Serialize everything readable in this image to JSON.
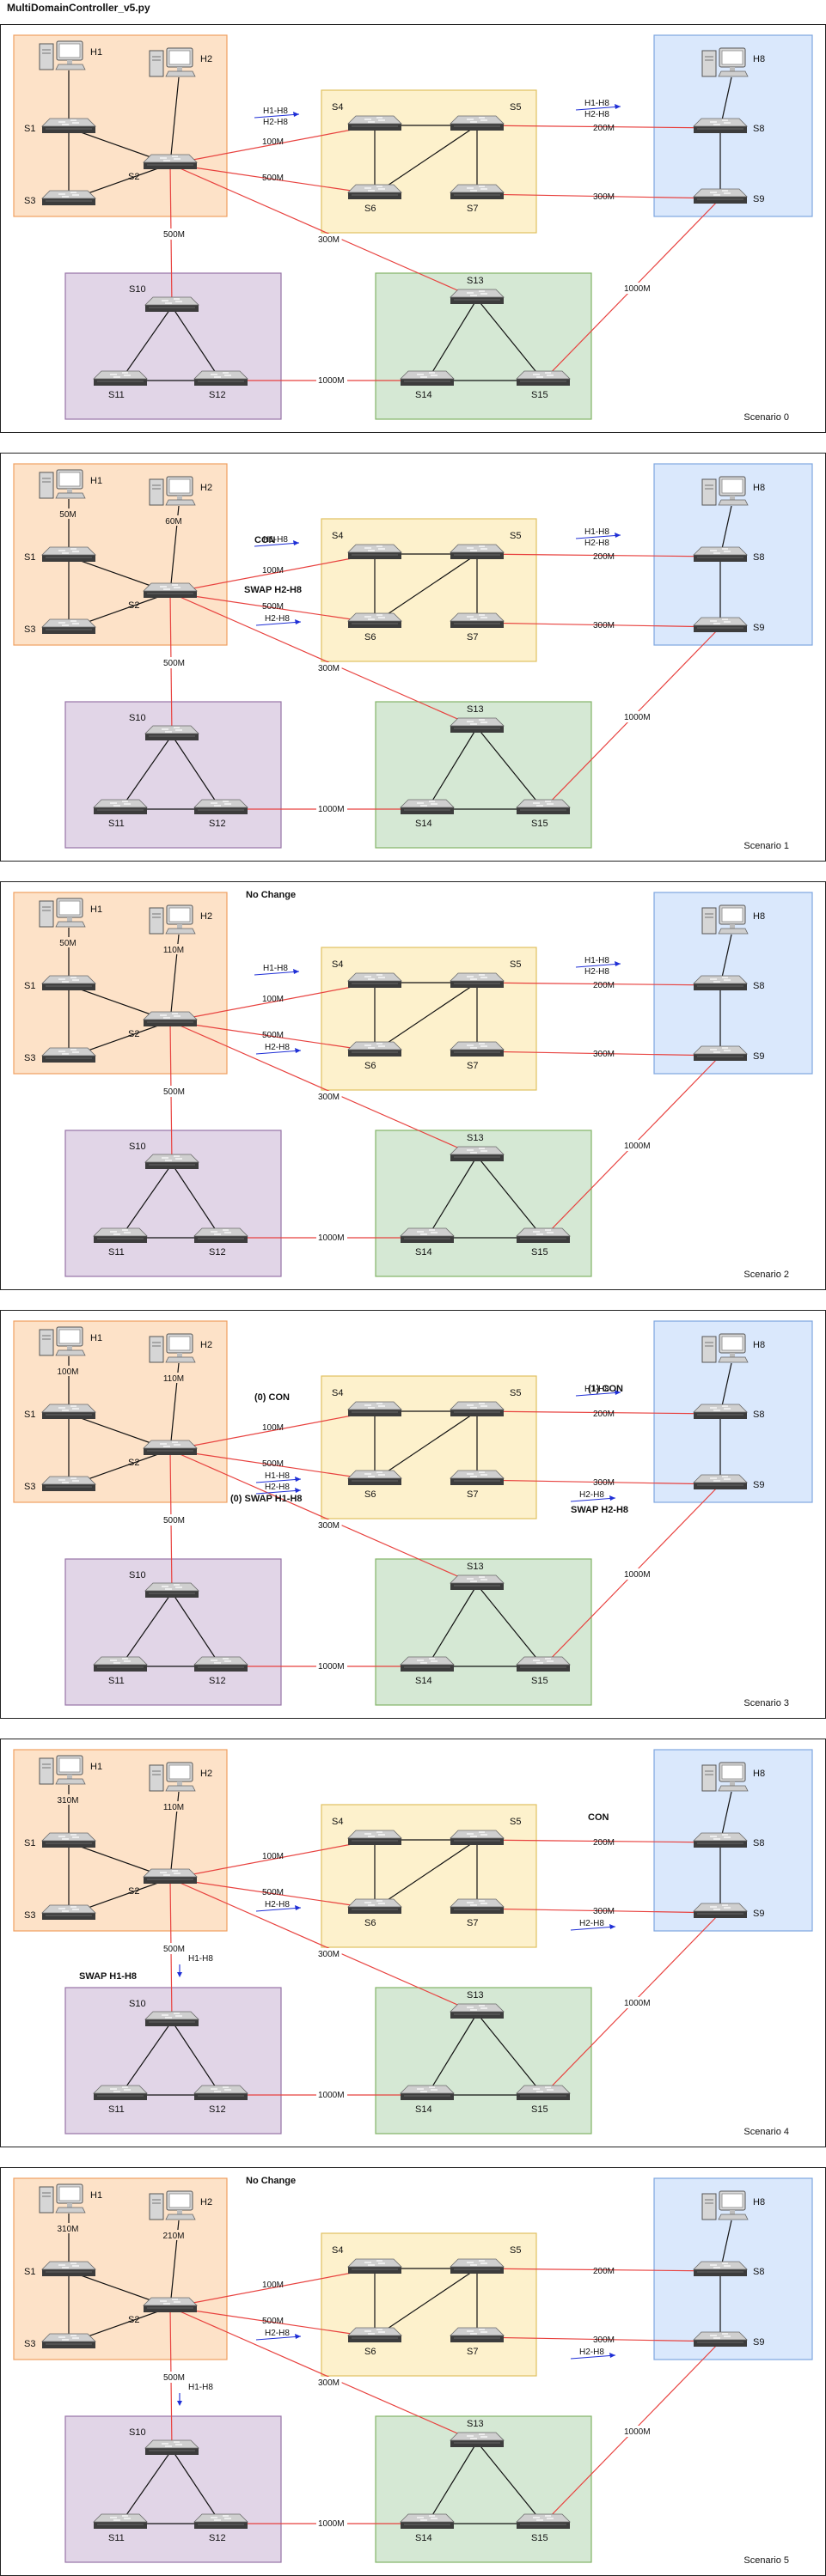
{
  "window_title": "MultiDomainController_v5.py",
  "colors": {
    "domain_h1": "#fde2c8",
    "domain_h2": "#fdf1cc",
    "domain_h3": "#dae8fc",
    "domain_l1": "#e1d5e7",
    "domain_l2": "#d5e8d4",
    "link_inter": "#e8423f",
    "link_intra": "#111111",
    "flow_arrow": "#1f2fd6"
  },
  "icons": {
    "switch": "network-switch-icon",
    "host": "desktop-computer-icon"
  },
  "switch_labels": {
    "S1": "S1",
    "S2": "S2",
    "S3": "S3",
    "S4": "S4",
    "S5": "S5",
    "S6": "S6",
    "S7": "S7",
    "S8": "S8",
    "S9": "S9",
    "S10": "S10",
    "S11": "S11",
    "S12": "S12",
    "S13": "S13",
    "S14": "S14",
    "S15": "S15"
  },
  "host_labels": {
    "H1": "H1",
    "H2": "H2",
    "H8": "H8"
  },
  "link_labels": {
    "s2_s4": "100M",
    "s2_s6": "500M",
    "s2_s10": "500M",
    "s2_s13": "300M",
    "s5_s8": "200M",
    "s7_s9": "300M",
    "s9_s15": "1000M",
    "s12_s14": "1000M"
  },
  "scenarios": [
    {
      "label": "Scenario 0",
      "top_note": "",
      "h1_bw": "",
      "h2_bw": "",
      "notes": [],
      "flows": [
        {
          "text": "H1-H8",
          "arrow": "right",
          "pos": "d1_top"
        },
        {
          "text": "H2-H8",
          "arrow": "none",
          "pos": "d1_top2"
        },
        {
          "text": "H1-H8",
          "arrow": "right",
          "pos": "d3_top"
        },
        {
          "text": "H2-H8",
          "arrow": "none",
          "pos": "d3_top2"
        }
      ]
    },
    {
      "label": "Scenario 1",
      "top_note": "",
      "h1_bw": "50M",
      "h2_bw": "60M",
      "notes": [
        {
          "text": "CON",
          "pos": "con_mid"
        },
        {
          "text": "SWAP H2-H8",
          "pos": "swap_mid"
        }
      ],
      "flows": [
        {
          "text": "H1-H8",
          "arrow": "right",
          "pos": "d1_top"
        },
        {
          "text": "H2-H8",
          "arrow": "right",
          "pos": "d1_low"
        },
        {
          "text": "H1-H8",
          "arrow": "right",
          "pos": "d3_top"
        },
        {
          "text": "H2-H8",
          "arrow": "none",
          "pos": "d3_top2"
        }
      ]
    },
    {
      "label": "Scenario 2",
      "top_note": "No Change",
      "h1_bw": "50M",
      "h2_bw": "110M",
      "notes": [],
      "flows": [
        {
          "text": "H1-H8",
          "arrow": "right",
          "pos": "d1_top"
        },
        {
          "text": "H2-H8",
          "arrow": "right",
          "pos": "d1_low"
        },
        {
          "text": "H1-H8",
          "arrow": "right",
          "pos": "d3_top"
        },
        {
          "text": "H2-H8",
          "arrow": "none",
          "pos": "d3_top2"
        }
      ]
    },
    {
      "label": "Scenario 3",
      "top_note": "",
      "h1_bw": "100M",
      "h2_bw": "110M",
      "notes": [
        {
          "text": "(0) CON",
          "pos": "con_mid"
        },
        {
          "text": "(0) SWAP H1-H8",
          "pos": "swap_low"
        },
        {
          "text": "(1) CON",
          "pos": "con_right"
        },
        {
          "text": "SWAP H2-H8",
          "pos": "swap_right"
        }
      ],
      "flows": [
        {
          "text": "H1-H8",
          "arrow": "right",
          "pos": "d1_low"
        },
        {
          "text": "H2-H8",
          "arrow": "right",
          "pos": "d1_low2"
        },
        {
          "text": "H1-H8",
          "arrow": "right",
          "pos": "d3_top"
        },
        {
          "text": "H2-H8",
          "arrow": "right",
          "pos": "d3_low"
        }
      ]
    },
    {
      "label": "Scenario 4",
      "top_note": "",
      "h1_bw": "310M",
      "h2_bw": "110M",
      "notes": [
        {
          "text": "CON",
          "pos": "con_right"
        },
        {
          "text": "SWAP H1-H8",
          "pos": "swap_l1"
        }
      ],
      "flows": [
        {
          "text": "H2-H8",
          "arrow": "right",
          "pos": "d1_low"
        },
        {
          "text": "H2-H8",
          "arrow": "right",
          "pos": "d3_low"
        },
        {
          "text": "H1-H8",
          "arrow": "down",
          "pos": "d1_down"
        }
      ]
    },
    {
      "label": "Scenario 5",
      "top_note": "No Change",
      "h1_bw": "310M",
      "h2_bw": "210M",
      "notes": [],
      "flows": [
        {
          "text": "H2-H8",
          "arrow": "right",
          "pos": "d1_low"
        },
        {
          "text": "H2-H8",
          "arrow": "right",
          "pos": "d3_low"
        },
        {
          "text": "H1-H8",
          "arrow": "down",
          "pos": "d1_down"
        }
      ]
    }
  ]
}
